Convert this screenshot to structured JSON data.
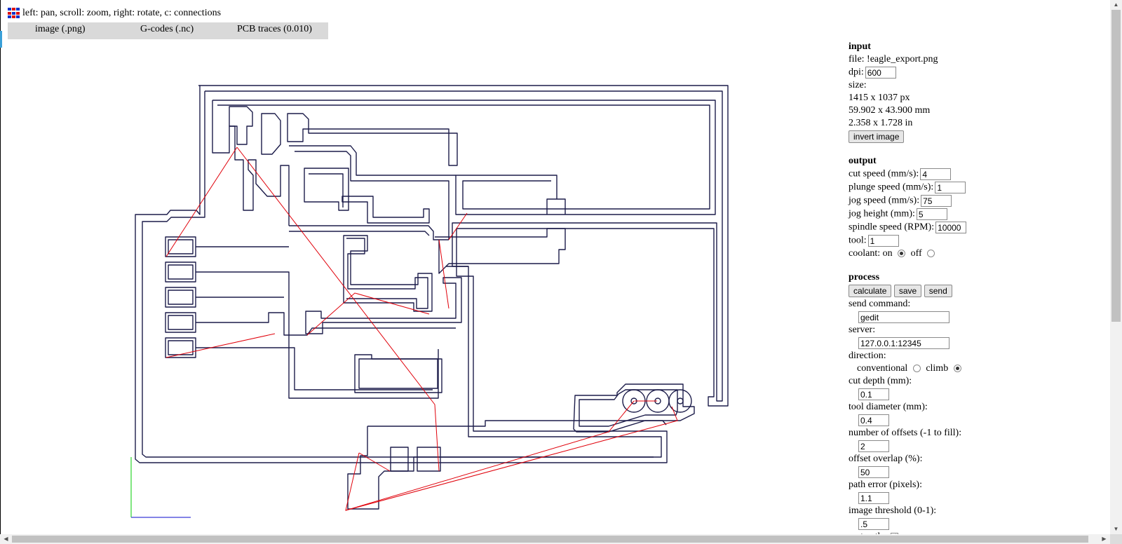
{
  "hint": "left: pan, scroll: zoom, right: rotate, c: connections",
  "tabs": [
    {
      "label": "image (.png)"
    },
    {
      "label": "G-codes (.nc)"
    },
    {
      "label": "PCB traces (0.010)"
    }
  ],
  "colors": {
    "trace": "#1c1c4a",
    "connection": "#e0000a",
    "axis_x": "#3b3bd8",
    "axis_y": "#2bd42b",
    "tab_bg": "#d9d9d9",
    "logo_red": "#d11",
    "logo_blue": "#1133cc"
  },
  "input": {
    "title": "input",
    "file_label": "file:",
    "file_name": "!eagle_export.png",
    "dpi_label": "dpi:",
    "dpi_value": "600",
    "size_label": "size:",
    "size_px": "1415 x 1037 px",
    "size_mm": "59.902 x 43.900 mm",
    "size_in": "2.358 x 1.728 in",
    "invert_label": "invert image"
  },
  "output": {
    "title": "output",
    "cut_speed_label": "cut speed (mm/s):",
    "cut_speed": "4",
    "plunge_speed_label": "plunge speed (mm/s):",
    "plunge_speed": "1",
    "jog_speed_label": "jog speed (mm/s):",
    "jog_speed": "75",
    "jog_height_label": "jog height (mm):",
    "jog_height": "5",
    "spindle_label": "spindle speed (RPM):",
    "spindle": "10000",
    "tool_label": "tool:",
    "tool": "1",
    "coolant_label": "coolant:",
    "coolant_on_label": "on",
    "coolant_off_label": "off",
    "coolant_selected": "on"
  },
  "process": {
    "title": "process",
    "calculate_label": "calculate",
    "save_label": "save",
    "send_label": "send",
    "send_command_label": "send command:",
    "send_command": "gedit",
    "server_label": "server:",
    "server": "127.0.0.1:12345",
    "direction_label": "direction:",
    "conventional_label": "conventional",
    "climb_label": "climb",
    "direction_selected": "climb",
    "cut_depth_label": "cut depth (mm):",
    "cut_depth": "0.1",
    "tool_diameter_label": "tool diameter (mm):",
    "tool_diameter": "0.4",
    "offsets_label": "number of offsets (-1 to fill):",
    "offsets": "2",
    "overlap_label": "offset overlap (%):",
    "overlap": "50",
    "path_error_label": "path error (pixels):",
    "path_error": "1.1",
    "threshold_label": "image threshold (0-1):",
    "threshold": ".5",
    "sort_path_label": "sort path:",
    "sort_path": true
  }
}
